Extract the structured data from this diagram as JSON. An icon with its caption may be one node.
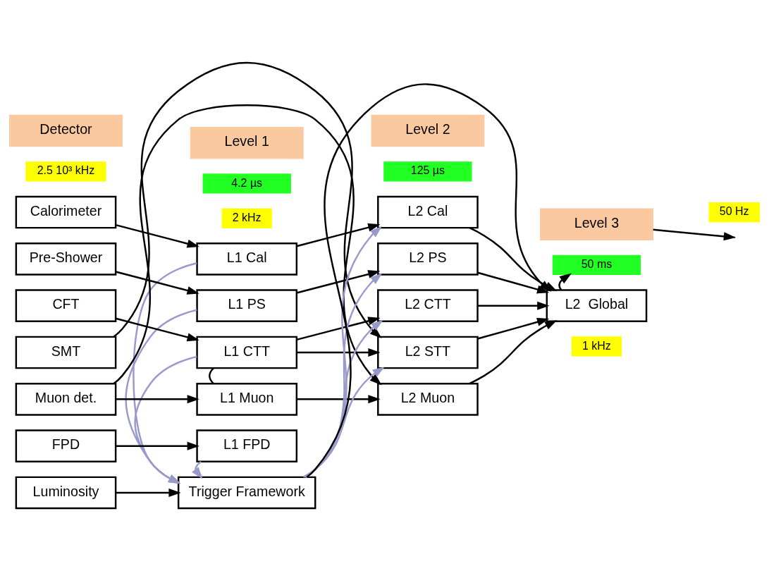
{
  "diagram": {
    "nodes": [
      {
        "text": [
          "Detector"
        ]
      },
      {
        "text": [
          "Level 1"
        ]
      },
      {
        "text": [
          "4.2 µs"
        ]
      },
      {
        "text": [
          "Level 2"
        ]
      },
      {
        "text": [
          "125 µs"
        ]
      },
      {
        "text": [
          "Level 3"
        ]
      },
      {
        "text": [
          "50 ms"
        ]
      },
      {
        "text": [
          "50 Hz"
        ]
      },
      {
        "text": [
          "2.5 10³ kHz"
        ]
      },
      {
        "text": [
          "2 kHz"
        ]
      },
      {
        "text": [
          "Calorimeter"
        ]
      },
      {
        "text": [
          "L1 Cal"
        ]
      },
      {
        "text": [
          "L2 Cal"
        ]
      },
      {
        "text": [
          "Pre-Shower"
        ]
      },
      {
        "text": [
          "L1 PS"
        ]
      },
      {
        "text": [
          "L2 PS"
        ]
      },
      {
        "text": [
          "CFT"
        ]
      },
      {
        "text": [
          "L1 CTT"
        ]
      },
      {
        "text": [
          "L2 CTT"
        ]
      },
      {
        "text": [
          "SMT"
        ]
      },
      {
        "text": [
          "L2 STT"
        ]
      },
      {
        "text": [
          "Muon det."
        ]
      },
      {
        "text": [
          "L1 Muon"
        ]
      },
      {
        "text": [
          "L2 Muon"
        ]
      },
      {
        "text": [
          "FPD"
        ]
      },
      {
        "text": [
          "L1 FPD"
        ]
      },
      {
        "text": [
          "Luminosity"
        ]
      },
      {
        "text": [
          "Trigger Framework"
        ]
      },
      {
        "text": [
          "L2  Global"
        ]
      },
      {
        "text": [
          "1 kHz"
        ]
      }
    ],
    "edges": [
      {
        "from": 10,
        "to": 11,
        "arrow": "to"
      },
      {
        "from": 11,
        "to": 12,
        "arrow": "to"
      },
      {
        "from": 13,
        "to": 14,
        "arrow": "to"
      },
      {
        "from": 14,
        "to": 15,
        "arrow": "to"
      },
      {
        "from": 16,
        "to": 17,
        "arrow": "to"
      },
      {
        "from": 17,
        "to": 18,
        "arrow": "to"
      },
      {
        "from": 17,
        "to": 20,
        "arrow": "to"
      },
      {
        "from": 19,
        "to": 20,
        "arrow": "to"
      },
      {
        "from": 17,
        "to": 22,
        "arrow": "none"
      },
      {
        "from": 21,
        "to": 22,
        "arrow": "to"
      },
      {
        "from": 21,
        "to": 23,
        "arrow": "to"
      },
      {
        "from": 22,
        "to": 23,
        "arrow": "to"
      },
      {
        "from": 24,
        "to": 25,
        "arrow": "to"
      },
      {
        "from": 26,
        "to": 27,
        "arrow": "to"
      },
      {
        "from": 27,
        "to": 28,
        "arrow": "to"
      },
      {
        "from": 11,
        "to": 27,
        "arrow": "to",
        "color": "#9999cc"
      },
      {
        "from": 14,
        "to": 27,
        "arrow": "to",
        "color": "#9999cc"
      },
      {
        "from": 17,
        "to": 27,
        "arrow": "to",
        "color": "#9999cc"
      },
      {
        "from": 25,
        "to": 27,
        "arrow": "to",
        "color": "#9999cc"
      },
      {
        "from": 27,
        "to": 12,
        "arrow": "to",
        "color": "#9999cc"
      },
      {
        "from": 27,
        "to": 15,
        "arrow": "to",
        "color": "#9999cc"
      },
      {
        "from": 27,
        "to": 18,
        "arrow": "to",
        "color": "#9999cc"
      },
      {
        "from": 27,
        "to": 20,
        "arrow": "to",
        "color": "#9999cc"
      },
      {
        "from": 12,
        "to": 28,
        "arrow": "to"
      },
      {
        "from": 15,
        "to": 28,
        "arrow": "to"
      },
      {
        "from": 18,
        "to": 28,
        "arrow": "to"
      },
      {
        "from": 20,
        "to": 28,
        "arrow": "to"
      },
      {
        "from": 23,
        "to": 28,
        "arrow": "to"
      },
      {
        "from": 28,
        "to": 6,
        "arrow": "to"
      },
      {
        "from": 5,
        "to": null,
        "arrow": "to"
      }
    ]
  }
}
